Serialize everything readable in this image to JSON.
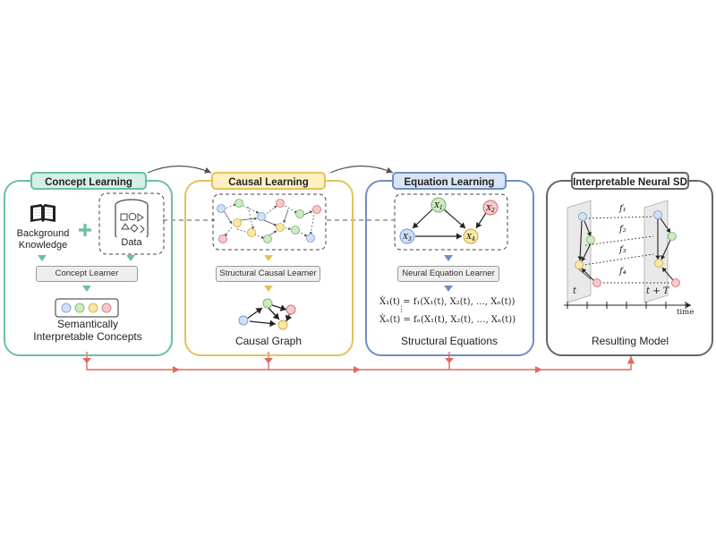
{
  "panels": {
    "concept": {
      "title": "Concept Learning",
      "background_label": "Background\nKnowledge",
      "data_label": "Data",
      "learner": "Concept Learner",
      "caption": "Semantically\nInterpretable Concepts",
      "color": "#6bbfa3",
      "tag_fill": "#d5efe5"
    },
    "causal": {
      "title": "Causal Learning",
      "learner": "Structural Causal Learner",
      "caption": "Causal Graph",
      "color": "#e3c25a",
      "tag_fill": "#fff0c2"
    },
    "equation": {
      "title": "Equation Learning",
      "learner": "Neural Equation Learner",
      "caption": "Structural Equations",
      "nodes": [
        "X1",
        "X2",
        "X3",
        "X4"
      ],
      "eq1_lhs": "Ẋ₁(t)",
      "eq1_rhs": "= f₁(X₁(t), X₂(t), …, Xₙ(t))",
      "eq_vdots": "⋮",
      "eqn_lhs": "Ẋₙ(t)",
      "eqn_rhs": "= fₙ(X₁(t), X₂(t), …, Xₙ(t))",
      "color": "#6f8fc2",
      "tag_fill": "#d9e5f5"
    },
    "result": {
      "title": "Interpretable Neural SD",
      "functions": [
        "f₁",
        "f₂",
        "f₃",
        "f₄"
      ],
      "t_label": "t",
      "tT_label": "t + T",
      "time_label": "time",
      "caption": "Resulting Model",
      "color": "#666666",
      "tag_fill": "#ffffff"
    }
  },
  "icons": {
    "book": "book-icon",
    "plus": "plus-icon",
    "data": "database-icon"
  },
  "colors": {
    "node_blue": "#cfe0fb",
    "node_green": "#cdeac0",
    "node_yellow": "#fbe7a6",
    "node_red": "#f8c9c9",
    "feedback": "#e06a5e",
    "flow": "#555555"
  }
}
